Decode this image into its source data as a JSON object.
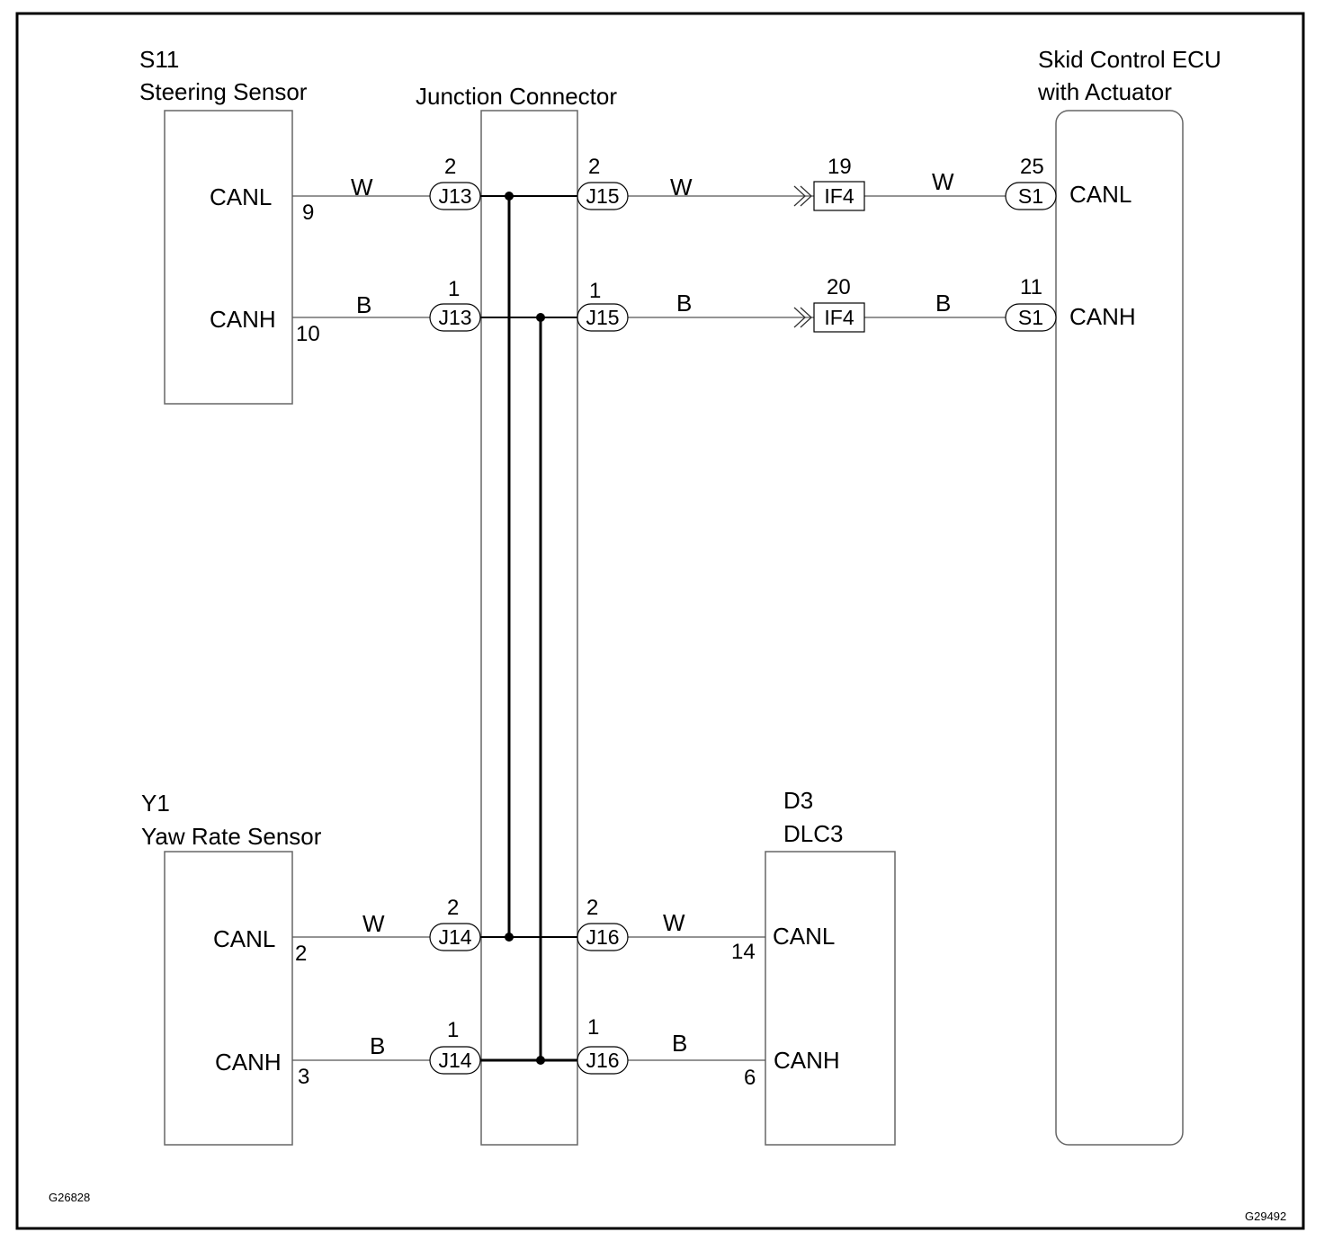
{
  "components": {
    "steering_sensor": {
      "code": "S11",
      "name": "Steering Sensor",
      "pin_canl_label": "CANL",
      "pin_canl_no": "9",
      "pin_canh_label": "CANH",
      "pin_canh_no": "10"
    },
    "junction_connector": {
      "name": "Junction Connector"
    },
    "skid_control_ecu": {
      "name_line1": "Skid Control ECU",
      "name_line2": "with Actuator",
      "pin_canl_label": "CANL",
      "pin_canl_no": "25",
      "pin_canh_label": "CANH",
      "pin_canh_no": "11",
      "connector": "S1"
    },
    "yaw_rate_sensor": {
      "code": "Y1",
      "name": "Yaw Rate Sensor",
      "pin_canl_label": "CANL",
      "pin_canl_no": "2",
      "pin_canh_label": "CANH",
      "pin_canh_no": "3"
    },
    "dlc3": {
      "code": "D3",
      "name": "DLC3",
      "pin_canl_label": "CANL",
      "pin_canl_no": "14",
      "pin_canh_label": "CANH",
      "pin_canh_no": "6"
    }
  },
  "connectors": {
    "j13_canl": {
      "name": "J13",
      "pin": "2"
    },
    "j13_canh": {
      "name": "J13",
      "pin": "1"
    },
    "j15_canl": {
      "name": "J15",
      "pin": "2"
    },
    "j15_canh": {
      "name": "J15",
      "pin": "1"
    },
    "if4_canl": {
      "name": "IF4",
      "pin": "19"
    },
    "if4_canh": {
      "name": "IF4",
      "pin": "20"
    },
    "j14_canl": {
      "name": "J14",
      "pin": "2"
    },
    "j14_canh": {
      "name": "J14",
      "pin": "1"
    },
    "j16_canl": {
      "name": "J16",
      "pin": "2"
    },
    "j16_canh": {
      "name": "J16",
      "pin": "1"
    }
  },
  "wire_colors": {
    "canl": "W",
    "canh": "B"
  },
  "figure_codes": {
    "inner": "G26828",
    "outer": "G29492"
  }
}
